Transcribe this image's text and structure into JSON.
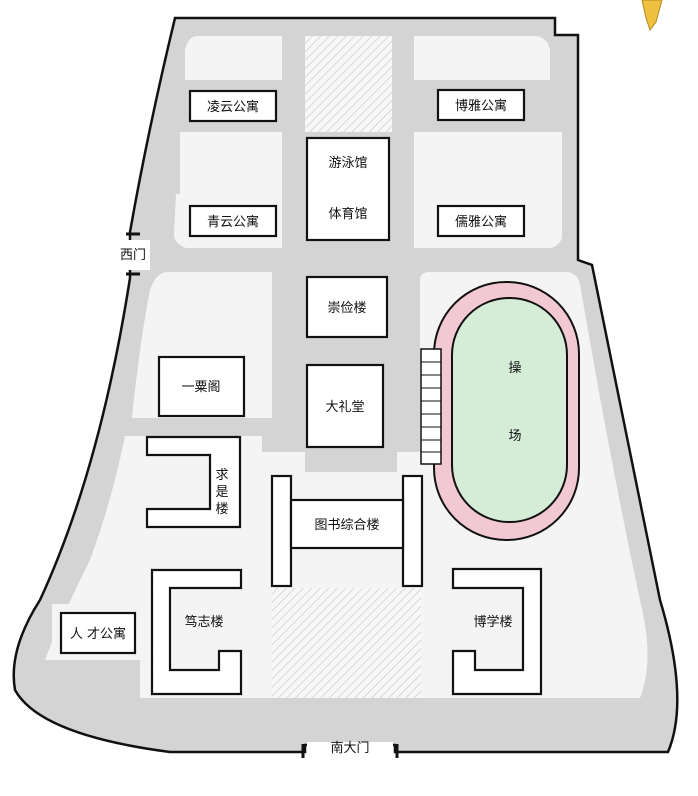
{
  "map": {
    "gates": {
      "west": "西门",
      "south": "南大门"
    },
    "buildings": {
      "lingyun": "凌云公寓",
      "boya": "博雅公寓",
      "qingyun": "青云公寓",
      "ruya": "儒雅公寓",
      "swimming": "游泳馆",
      "gym": "体育馆",
      "chongjian": "崇俭楼",
      "yisuge": "一粟阁",
      "auditorium": "大礼堂",
      "qiushi": [
        "求",
        "是",
        "楼"
      ],
      "library": "图书综合楼",
      "duzhi": "笃志楼",
      "boxue": "博学楼",
      "rencai": "人 才公寓"
    },
    "field": {
      "line1": "操",
      "line2": "场"
    },
    "colors": {
      "campus": "#d4d4d4",
      "block": "#f4f4f4",
      "track": "#f2c9d3",
      "field": "#d5ecd7",
      "building_fill": "#ffffff",
      "outline": "#111111"
    }
  }
}
